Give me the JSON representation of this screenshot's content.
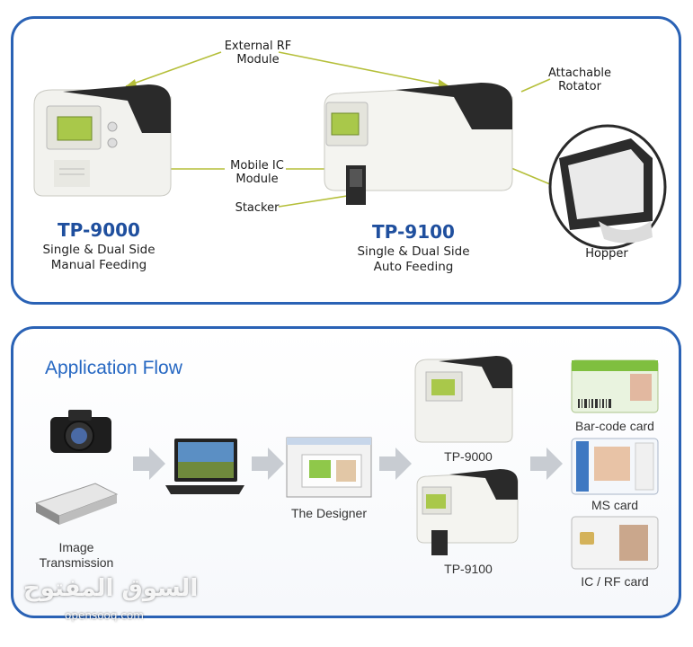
{
  "top_panel": {
    "callouts": {
      "external_rf": "External RF\nModule",
      "attachable_rotator": "Attachable\nRotator",
      "mobile_ic": "Mobile IC\nModule",
      "stacker": "Stacker",
      "hopper": "Hopper"
    },
    "printers": [
      {
        "model": "TP-9000",
        "desc_line1": "Single & Dual Side",
        "desc_line2": "Manual Feeding"
      },
      {
        "model": "TP-9100",
        "desc_line1": "Single & Dual Side",
        "desc_line2": "Auto Feeding"
      }
    ],
    "colors": {
      "border": "#2a62b5",
      "model_text": "#1f4f9e",
      "callout_line": "#b5bf3a"
    }
  },
  "bottom_panel": {
    "title": "Application Flow",
    "labels": {
      "image_transmission": "Image\nTransmission",
      "designer": "The Designer",
      "tp9000": "TP-9000",
      "tp9100": "TP-9100",
      "barcode_card": "Bar-code card",
      "ms_card": "MS card",
      "icrf_card": "IC / RF card"
    },
    "colors": {
      "title": "#2567c2",
      "arrow": "#c8ccd2"
    }
  },
  "watermark": {
    "arabic": "السوق المفتوح",
    "latin": "opensooq.com"
  }
}
